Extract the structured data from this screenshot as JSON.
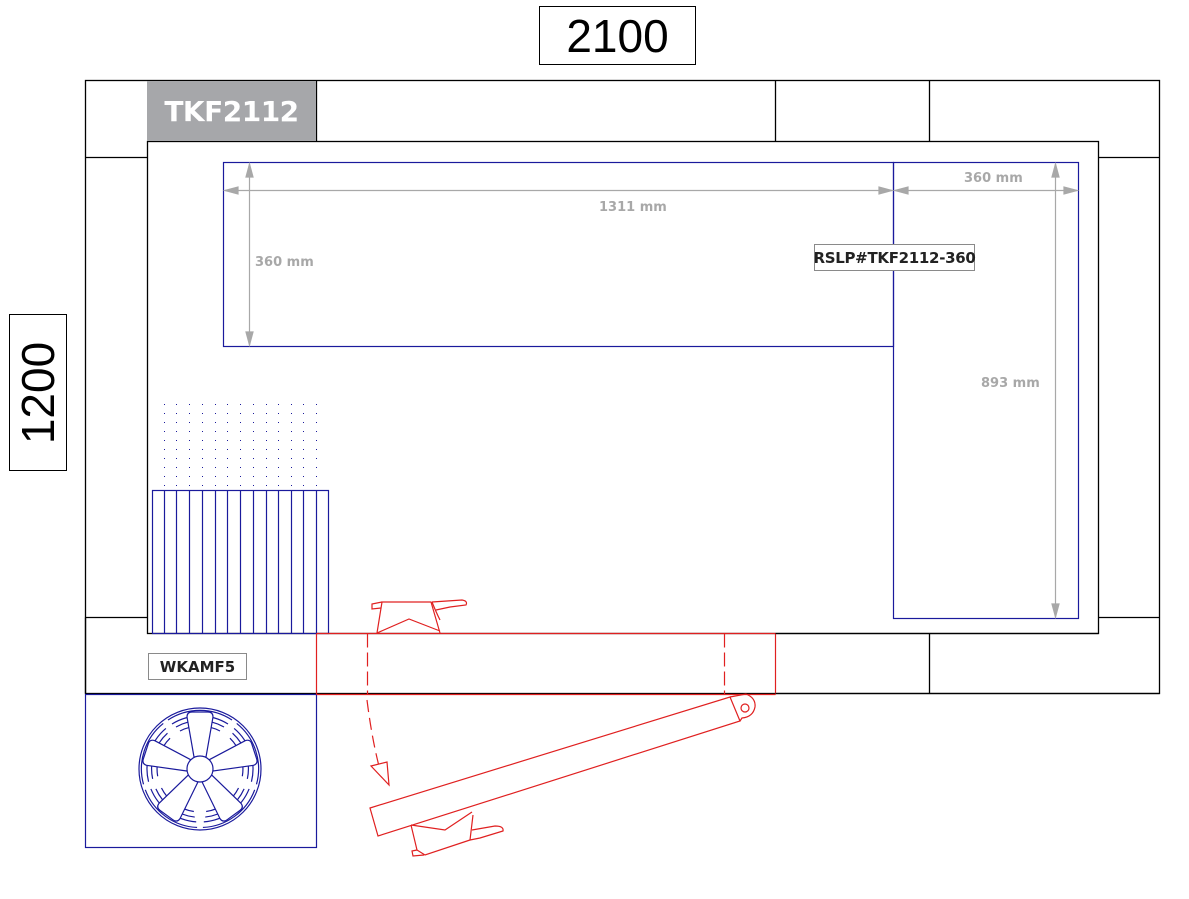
{
  "drawing": {
    "overall_width": "2100",
    "overall_height": "1200",
    "model_code": "TKF2112",
    "shelf_label": "RSLP#TKF2112-360",
    "unit_label": "WKAMF5",
    "dimensions": {
      "top_shelf_length": "1311 mm",
      "top_shelf_depth": "360 mm",
      "side_shelf_width": "360 mm",
      "side_shelf_length": "893 mm"
    }
  },
  "colors": {
    "outline": "#000000",
    "shelving_blue": "#1a1a9c",
    "door_red": "#e02020",
    "dimension_gray": "#a8a8a8",
    "tag_gray": "#a6a7aa"
  },
  "legend_icons": {
    "fan": "fan-icon",
    "door_swing": "door-swing-arrow-icon",
    "door_handle": "door-handle-icon",
    "floor_grate": "floor-grate-icon"
  }
}
